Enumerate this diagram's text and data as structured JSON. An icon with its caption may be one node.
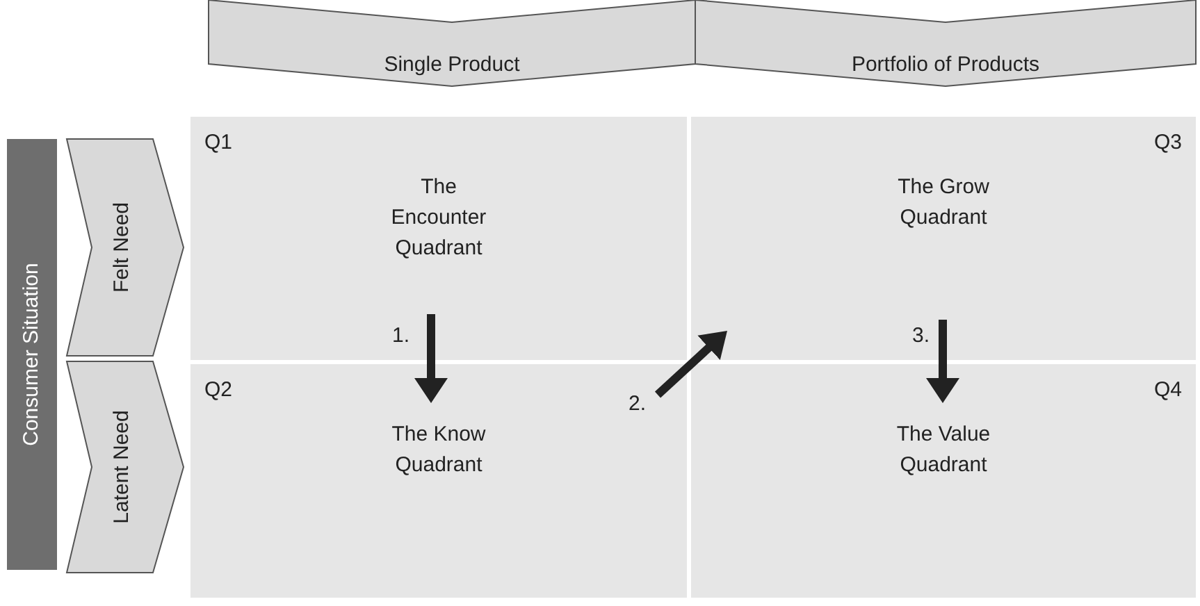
{
  "diagram": {
    "nodes": [
      {
        "text": [
          "Single Product"
        ]
      },
      {
        "text": [
          "Portfolio of Products"
        ]
      },
      {
        "text": [
          "Consumer Situation"
        ]
      },
      {
        "text": [
          "Felt Need"
        ]
      },
      {
        "text": [
          "Latent Need"
        ]
      },
      {
        "text": [
          "Q1",
          "The Encounter Quadrant"
        ]
      },
      {
        "text": [
          "Q3",
          "The Grow Quadrant"
        ]
      },
      {
        "text": [
          "Q2",
          "The Know Quadrant"
        ]
      },
      {
        "text": [
          "Q4",
          "The Value Quadrant"
        ]
      }
    ],
    "edges": [
      {
        "from": 5,
        "to": 7,
        "arrow": "to",
        "label": "1."
      },
      {
        "from": 7,
        "to": 6,
        "arrow": "to",
        "label": "2."
      },
      {
        "from": 6,
        "to": 8,
        "arrow": "to",
        "label": "3."
      }
    ]
  }
}
